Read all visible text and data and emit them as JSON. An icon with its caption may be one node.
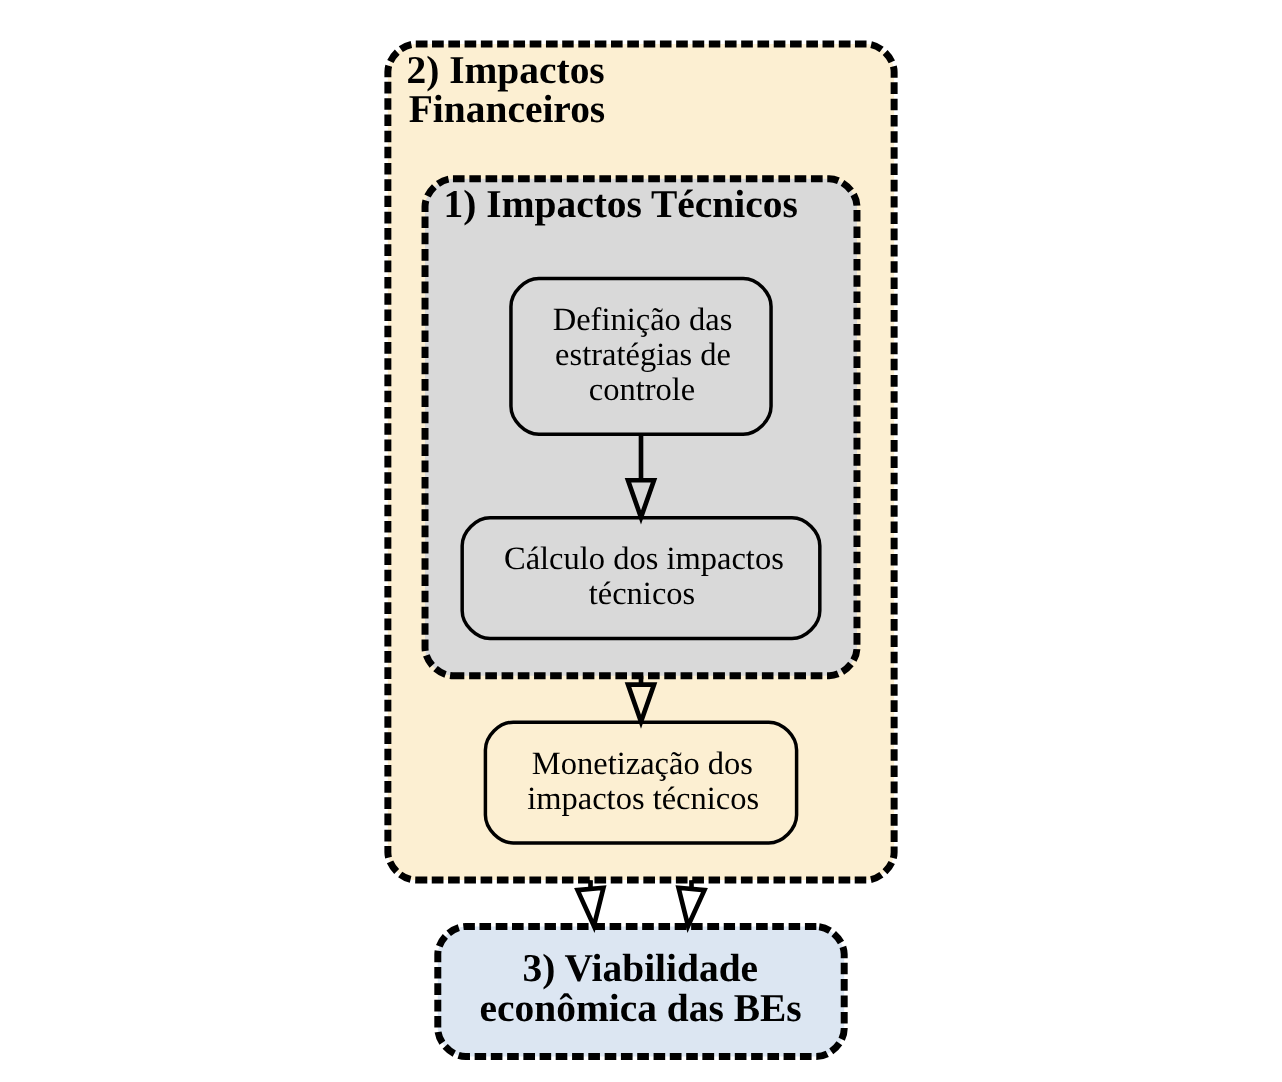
{
  "diagram": {
    "nodes": [
      {
        "text": [
          "2) Impactos Financeiros"
        ]
      },
      {
        "text": [
          "1) Impactos Técnicos"
        ],
        "in": 0
      },
      {
        "text": [
          "Definição das estratégias de controle"
        ],
        "in": 1
      },
      {
        "text": [
          "Cálculo dos impactos técnicos"
        ],
        "in": 1
      },
      {
        "text": [
          "Monetização dos impactos técnicos"
        ],
        "in": 0
      },
      {
        "text": [
          "3) Viabilidade econômica das BEs"
        ]
      }
    ],
    "edges": [
      {
        "from": 2,
        "to": 3,
        "arrow": "to"
      },
      {
        "from": 1,
        "to": 4,
        "arrow": "to"
      },
      {
        "from": 0,
        "to": 5,
        "arrow": "to"
      },
      {
        "from": 0,
        "to": 5,
        "arrow": "to"
      }
    ]
  }
}
